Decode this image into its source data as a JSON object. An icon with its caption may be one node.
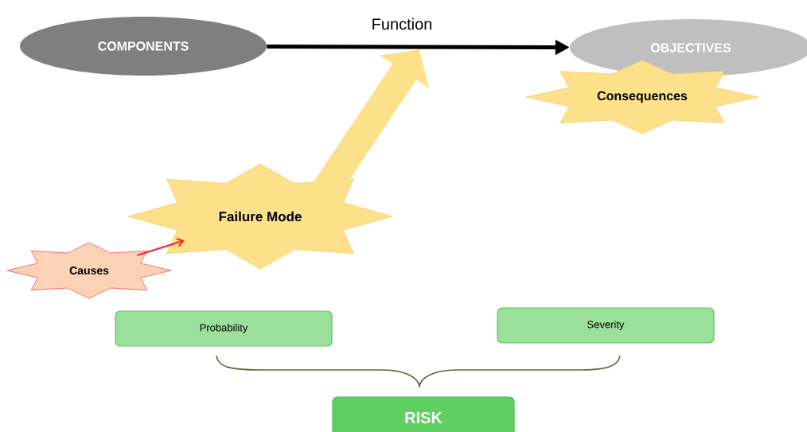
{
  "diagram": {
    "nodes": [
      {
        "text": [
          "COMPONENTS"
        ]
      },
      {
        "text": [
          "OBJECTIVES"
        ]
      },
      {
        "text": [
          "Consequences"
        ]
      },
      {
        "text": [
          "Failure Mode"
        ]
      },
      {
        "text": [
          "Causes"
        ]
      },
      {
        "text": [
          "Probability"
        ]
      },
      {
        "text": [
          "Severity"
        ]
      },
      {
        "text": [
          "RISK"
        ]
      }
    ],
    "edges": [
      {
        "from": 0,
        "to": 1,
        "arrow": "to",
        "label": "Function"
      },
      {
        "from": 3,
        "to": null,
        "arrow": "to",
        "style": "thick",
        "color": "#fde08a"
      },
      {
        "from": 4,
        "to": 3,
        "arrow": "to",
        "color": "#ff2020"
      }
    ]
  }
}
